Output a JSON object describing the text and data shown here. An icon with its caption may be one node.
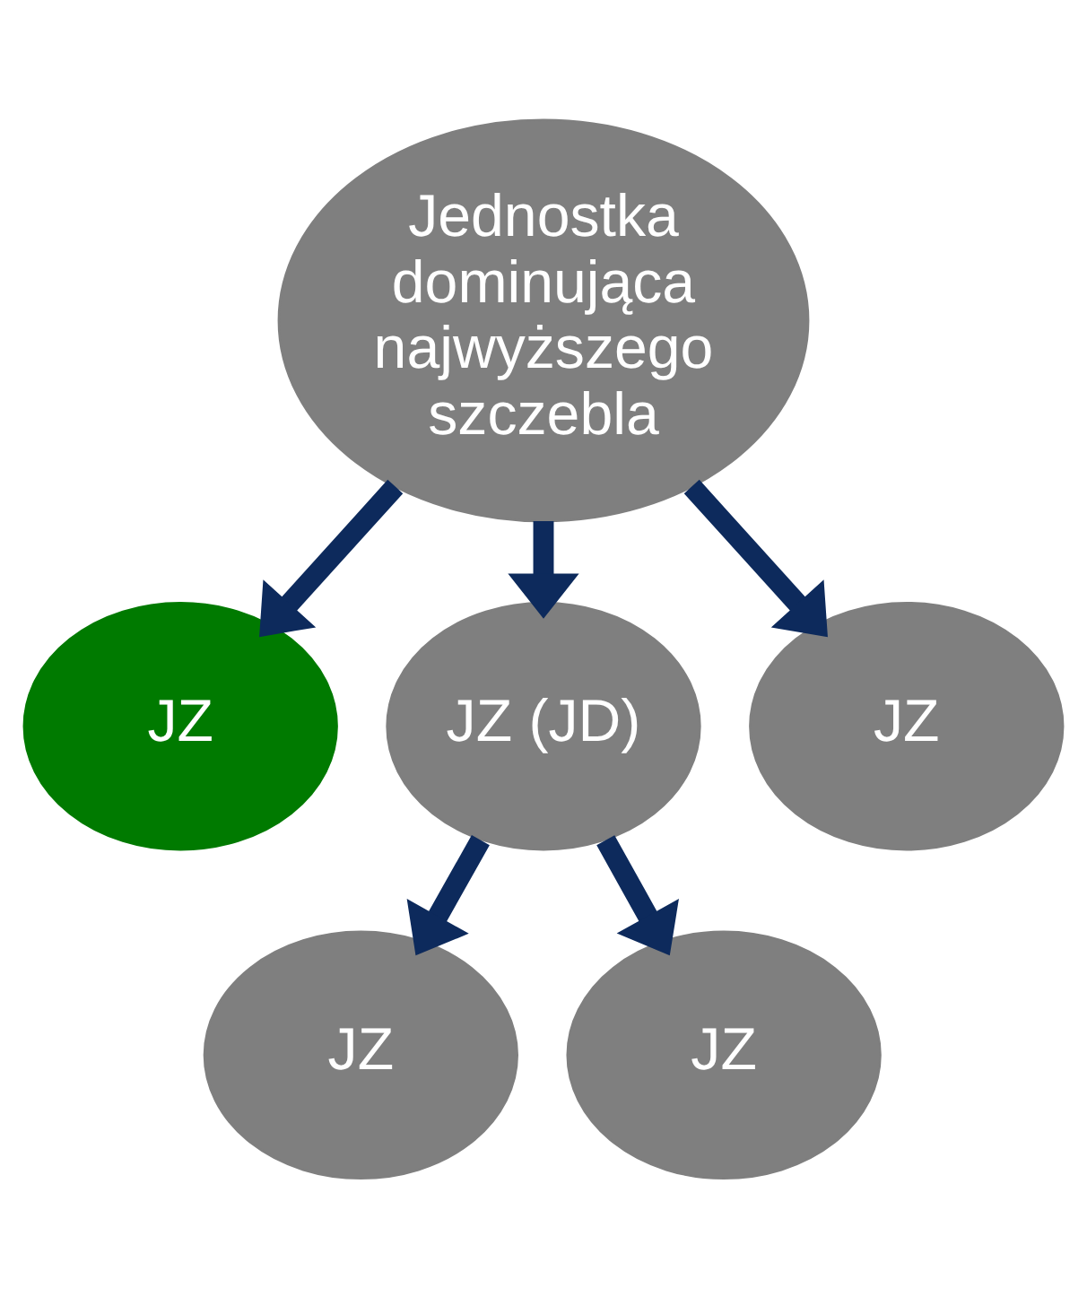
{
  "diagram": {
    "nodes": [
      {
        "text": [
          "Jednostka dominująca najwyższego szczebla"
        ]
      },
      {
        "text": [
          "JZ"
        ]
      },
      {
        "text": [
          "JZ (JD)"
        ]
      },
      {
        "text": [
          "JZ"
        ]
      },
      {
        "text": [
          "JZ"
        ]
      },
      {
        "text": [
          "JZ"
        ]
      }
    ],
    "edges": [
      {
        "from": 0,
        "to": 1,
        "arrow": "to"
      },
      {
        "from": 0,
        "to": 2,
        "arrow": "to"
      },
      {
        "from": 0,
        "to": 3,
        "arrow": "to"
      },
      {
        "from": 2,
        "to": 4,
        "arrow": "to"
      },
      {
        "from": 2,
        "to": 5,
        "arrow": "to"
      }
    ]
  }
}
